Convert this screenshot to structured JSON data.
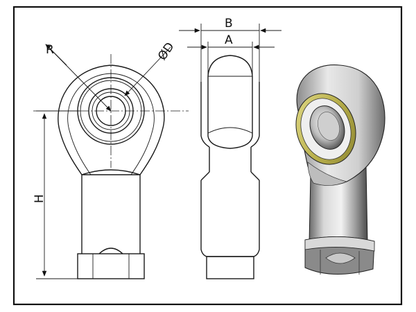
{
  "labels": {
    "radius": "R",
    "diameter": "ØD",
    "width_outer": "B",
    "width_inner": "A",
    "height": "H"
  },
  "colors": {
    "frame": "#111111",
    "line": "#1a1a1a",
    "bearing_ring": "#c9c26a",
    "body_light": "#e6e6e6",
    "body_mid": "#a9a9a9",
    "body_dark": "#4a4a4a"
  }
}
